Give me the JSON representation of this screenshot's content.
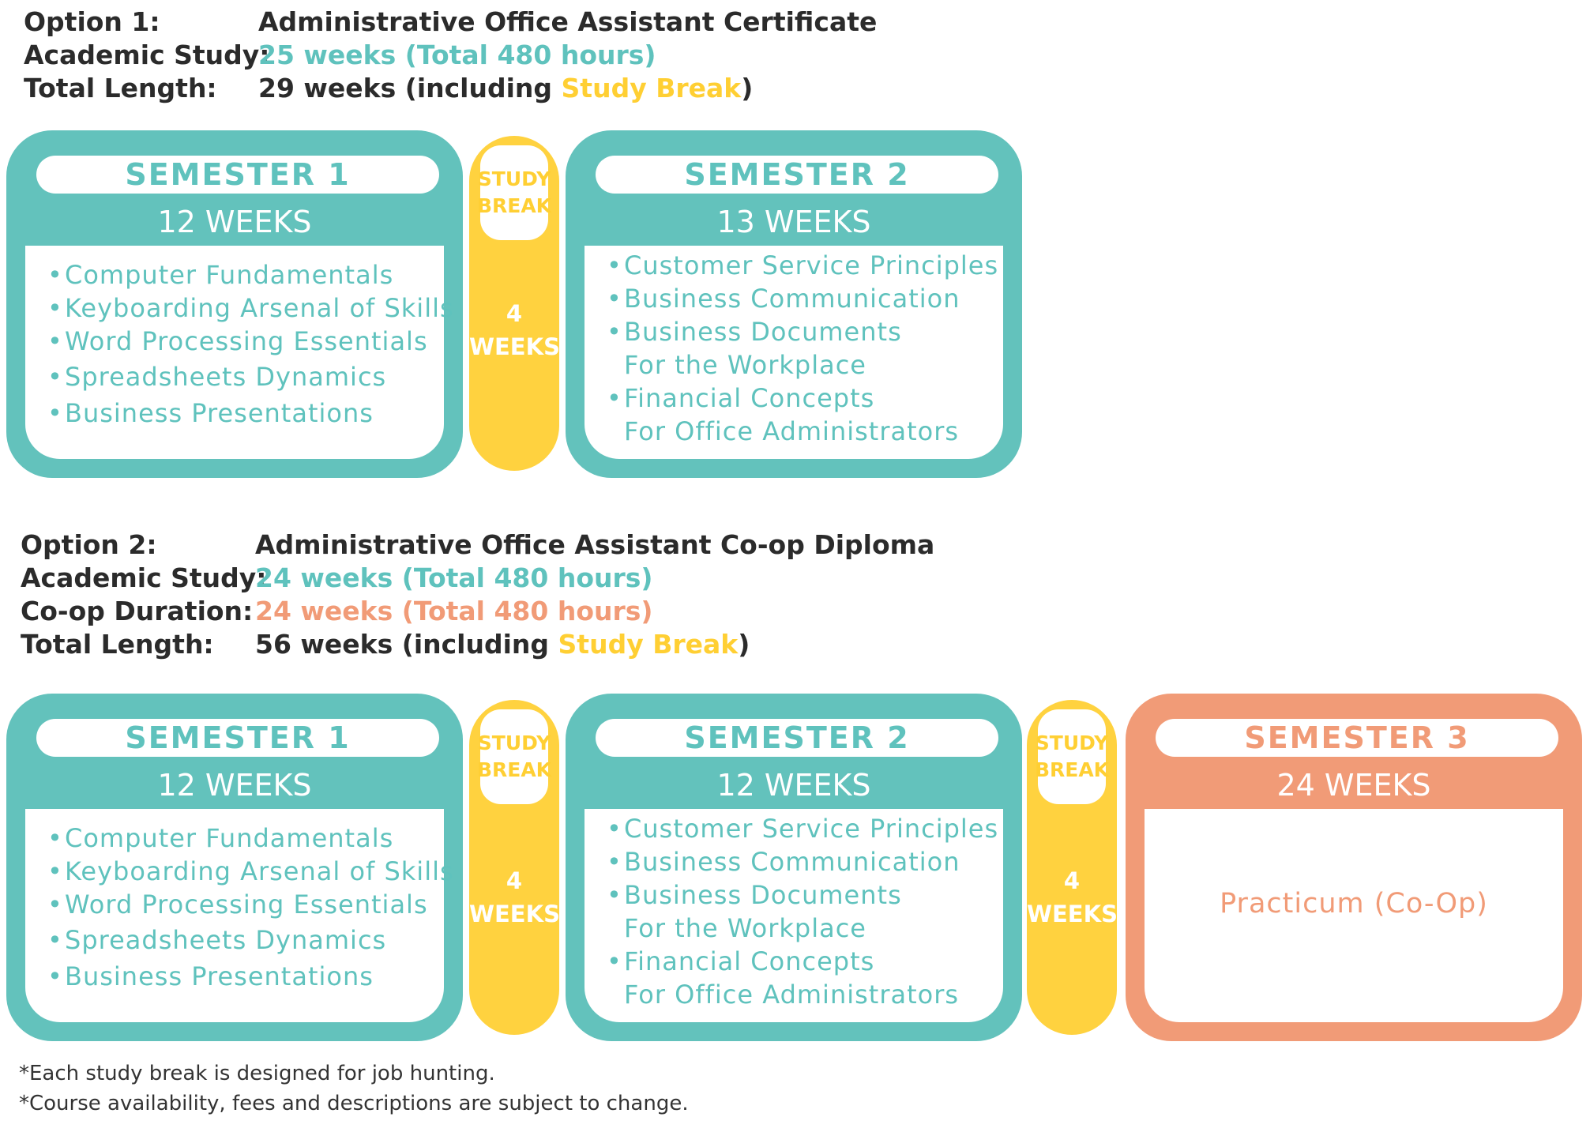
{
  "option1": {
    "option_label": "Option 1:",
    "program": "Administrative Office Assistant Certificate",
    "academic_label": "Academic Study:",
    "academic_value": "25 weeks (Total 480 hours)",
    "total_label": "Total Length:",
    "total_prefix": "29 weeks (including ",
    "total_highlight": "Study Break",
    "total_suffix": ")",
    "semester1": {
      "title": "SEMESTER 1",
      "weeks": "12 WEEKS",
      "courses": [
        "Computer Fundamentals",
        "Keyboarding Arsenal of Skills",
        "Word Processing Essentials",
        "Spreadsheets Dynamics",
        "Business Presentations"
      ]
    },
    "break": {
      "line1": "STUDY",
      "line2": "BREAK",
      "num": "4",
      "unit": "WEEKS"
    },
    "semester2": {
      "title": "SEMESTER 2",
      "weeks": "13 WEEKS",
      "courses": [
        {
          "line1": "Customer Service Principles",
          "line2": ""
        },
        {
          "line1": "Business Communication",
          "line2": ""
        },
        {
          "line1": "Business Documents",
          "line2": "For the Workplace"
        },
        {
          "line1": "Financial Concepts",
          "line2": "For Office Administrators"
        }
      ]
    }
  },
  "option2": {
    "option_label": "Option 2:",
    "program": "Administrative Office Assistant Co-op Diploma",
    "academic_label": "Academic Study:",
    "academic_value": "24 weeks (Total 480 hours)",
    "coop_label": "Co-op Duration:",
    "coop_value": "24 weeks (Total 480 hours)",
    "total_label": "Total Length:",
    "total_prefix": "56 weeks (including ",
    "total_highlight": "Study Break",
    "total_suffix": ")",
    "semester1": {
      "title": "SEMESTER 1",
      "weeks": "12 WEEKS",
      "courses": [
        "Computer Fundamentals",
        "Keyboarding Arsenal of Skills",
        "Word Processing Essentials",
        "Spreadsheets Dynamics",
        "Business Presentations"
      ]
    },
    "break1": {
      "line1": "STUDY",
      "line2": "BREAK",
      "num": "4",
      "unit": "WEEKS"
    },
    "semester2": {
      "title": "SEMESTER 2",
      "weeks": "12 WEEKS",
      "courses": [
        {
          "line1": "Customer Service Principles",
          "line2": ""
        },
        {
          "line1": "Business Communication",
          "line2": ""
        },
        {
          "line1": "Business Documents",
          "line2": "For the Workplace"
        },
        {
          "line1": "Financial Concepts",
          "line2": "For Office Administrators"
        }
      ]
    },
    "break2": {
      "line1": "STUDY",
      "line2": "BREAK",
      "num": "4",
      "unit": "WEEKS"
    },
    "semester3": {
      "title": "SEMESTER 3",
      "weeks": "24 WEEKS",
      "content": "Practicum (Co-Op)"
    }
  },
  "notes": [
    "*Each study break is designed for job hunting.",
    "*Course availability, fees and descriptions are subject to change."
  ],
  "colors": {
    "teal": "#63c2bc",
    "yellow": "#ffd23f",
    "orange": "#f19b77",
    "dark_text": "#2b2b2b"
  }
}
